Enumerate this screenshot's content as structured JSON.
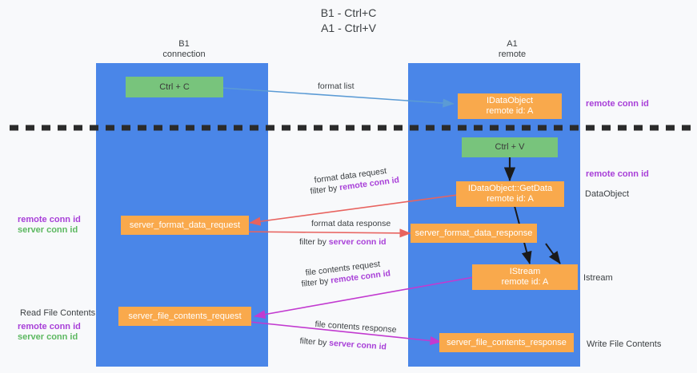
{
  "diagram": {
    "title": "B1 - Ctrl+C\nA1 - Ctrl+V",
    "background_color": "#f8f9fb",
    "lane_color": "#4a86e8",
    "node_orange_color": "#f9a94c",
    "node_green_color": "#78c47c",
    "purple_color": "#a83fd8",
    "green_color": "#5cb860",
    "divider_color": "#3c4043"
  },
  "lanes": [
    {
      "id": "b1",
      "label": "B1\nconnection"
    },
    {
      "id": "a1",
      "label": "A1\nremote"
    }
  ],
  "nodes": [
    {
      "id": "ctrl-c",
      "label": "Ctrl + C",
      "type": "green"
    },
    {
      "id": "ole-idataobject",
      "label": "IDataObject\nremote id: A",
      "type": "orange"
    },
    {
      "id": "ctrl-v",
      "label": "Ctrl + V",
      "type": "green"
    },
    {
      "id": "idataobject-getdata",
      "label": "IDataObject::GetData\nremote id: A",
      "type": "orange"
    },
    {
      "id": "server-format-data-request",
      "label": "server_format_data_request",
      "type": "orange"
    },
    {
      "id": "server-format-data-response",
      "label": "server_format_data_response",
      "type": "orange"
    },
    {
      "id": "istream",
      "label": "IStream\nremote id: A",
      "type": "orange"
    },
    {
      "id": "server-file-contents-request",
      "label": "server_file_contents_request",
      "type": "orange"
    },
    {
      "id": "server-file-contents-response",
      "label": "server_file_contents_response",
      "type": "orange"
    }
  ],
  "connector_labels": {
    "format_list": "format list",
    "format_data_request": "format data request",
    "format_data_request_filter_prefix": "filter by ",
    "format_data_request_filter_key": "remote conn id",
    "format_data_response": "format data response",
    "format_data_response_filter_prefix": "filter by ",
    "format_data_response_filter_key": "server conn id",
    "file_contents_request": "file contents request",
    "file_contents_request_filter_prefix": "filter by ",
    "file_contents_request_filter_key": "remote conn id",
    "file_contents_response": "file contents response",
    "file_contents_response_filter_prefix": "filter by ",
    "file_contents_response_filter_key": "server conn id"
  },
  "side_labels": {
    "right_top_remote_conn_id": "remote conn id",
    "right_mid_remote_conn_id": "remote conn id",
    "right_dataobject": "DataObject",
    "right_istream": "Istream",
    "right_write_file_contents": "Write File Contents",
    "left_remote_conn_id": "remote conn id",
    "left_server_conn_id": "server conn id",
    "left_read_file_contents": "Read File Contents",
    "left_bottom_remote_conn_id": "remote conn id",
    "left_bottom_server_conn_id": "server conn id"
  }
}
